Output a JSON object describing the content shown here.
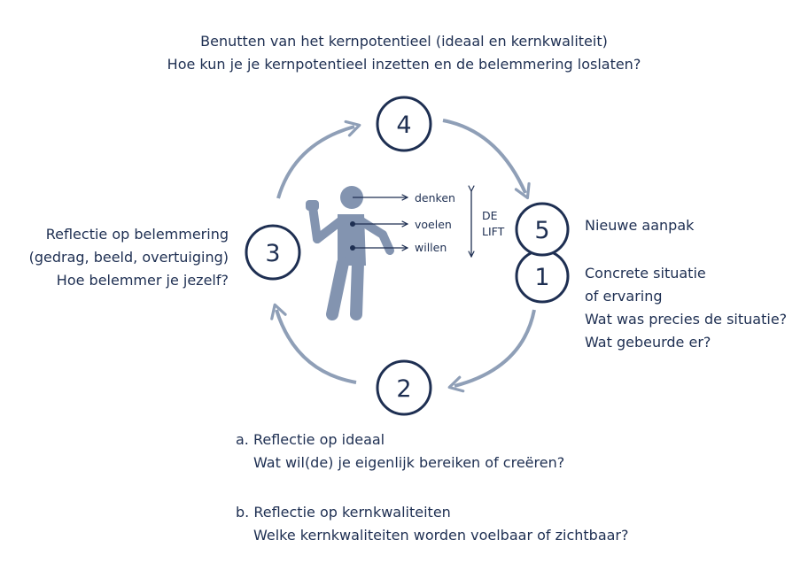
{
  "top_title": {
    "line1": "Benutten van het kernpotentieel (ideaal en kernkwaliteit)",
    "line2": "Hoe kun je je kernpotentieel inzetten en de belemmering loslaten?"
  },
  "steps": [
    {
      "number": "1",
      "lines": [
        "Concrete situatie",
        "of ervaring",
        "Wat was precies de situatie?",
        "Wat gebeurde er?"
      ]
    },
    {
      "number": "2",
      "a": [
        "a. Reflectie op ideaal",
        "Wat wil(de) je eigenlijk bereiken of creëren?"
      ],
      "b": [
        "b. Reflectie op kernkwaliteiten",
        "Welke kernkwaliteiten worden voelbaar of zichtbaar?"
      ]
    },
    {
      "number": "3",
      "lines": [
        "Reflectie op belemmering",
        "(gedrag, beeld, overtuiging)",
        "Hoe belemmer je jezelf?"
      ]
    },
    {
      "number": "4"
    },
    {
      "number": "5",
      "lines": [
        "Nieuwe aanpak"
      ]
    }
  ],
  "figure_labels": [
    "denken",
    "voelen",
    "willen"
  ],
  "lift_label": {
    "line1": "DE",
    "line2": "LIFT"
  },
  "colors": {
    "navy": "#1e2f52",
    "arrow": "#8f9fb7",
    "figure": "#8394b0"
  }
}
